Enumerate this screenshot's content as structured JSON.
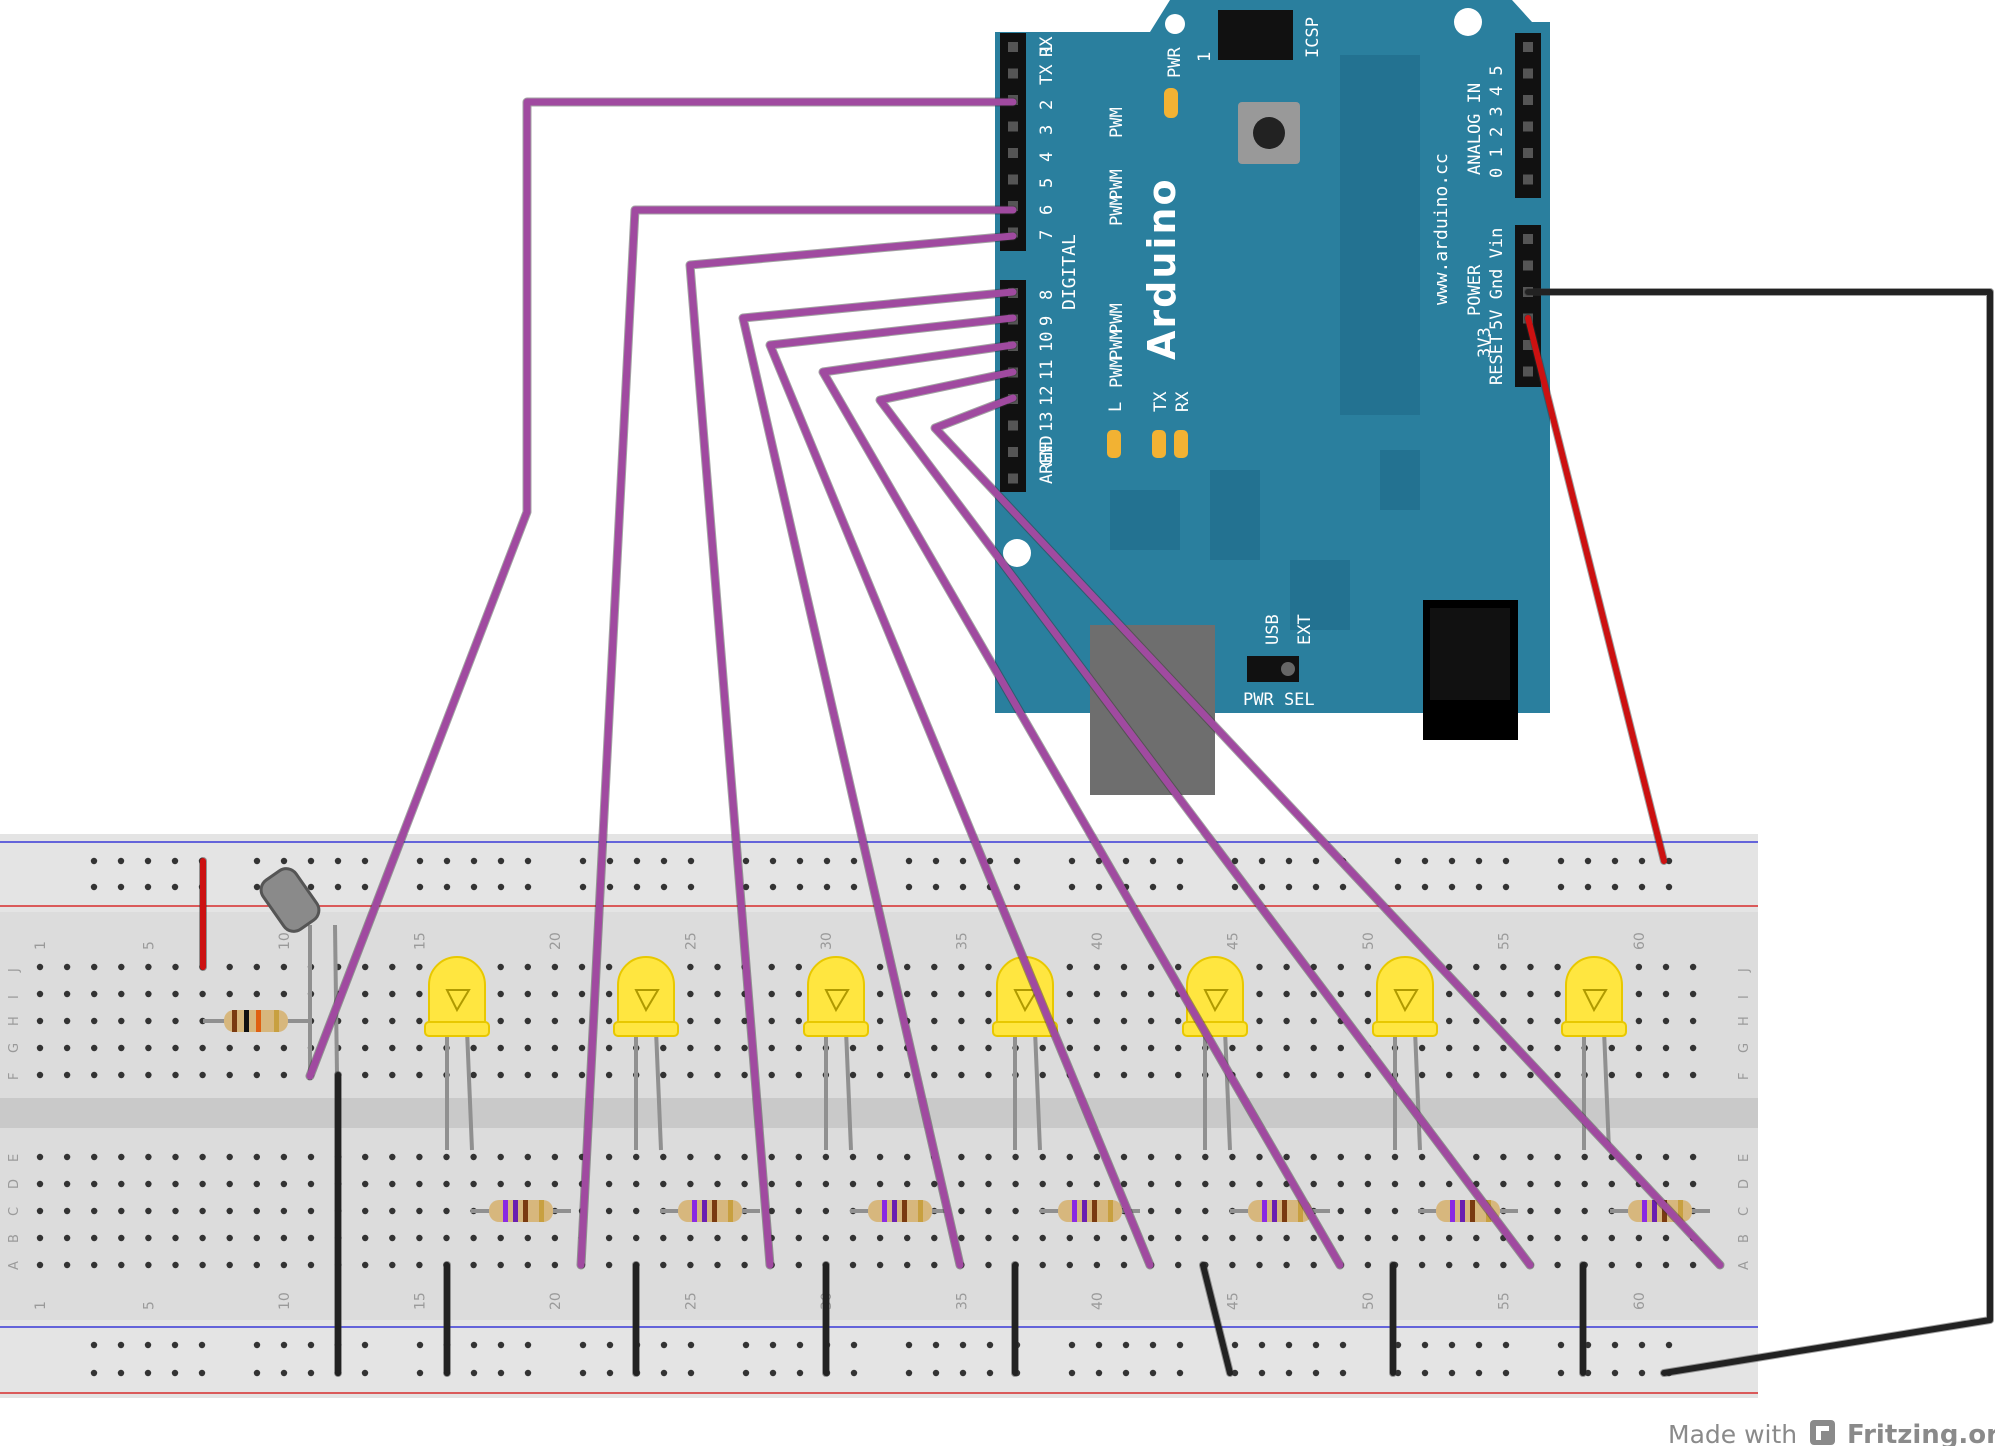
{
  "arduino": {
    "brand": "Arduino",
    "website": "www.arduino.cc",
    "icsp": "ICSP",
    "pwr": "PWR",
    "pin_l": "L",
    "tx": "TX",
    "rx": "RX",
    "digital": "DIGITAL",
    "pwm": "PWM",
    "gnd": "GND",
    "aref": "AREF",
    "analog_in": "ANALOG IN",
    "analog_nums": "0 1 2 3 4 5",
    "power": "POWER",
    "power_pins": "5V Gnd Vin",
    "v33": "3V3",
    "reset": "RESET",
    "usb": "USB",
    "ext": "EXT",
    "pwr_sel": "PWR SEL",
    "rx0": "RX 0",
    "tx1": "TX 1",
    "reset_one": "1",
    "header_labels": [
      "2",
      "3",
      "4",
      "5",
      "6",
      "7",
      "8",
      "9",
      "10",
      "11",
      "12",
      "13"
    ]
  },
  "breadboard": {
    "col_numbers": [
      "1",
      "5",
      "10",
      "15",
      "20",
      "25",
      "30",
      "35",
      "40",
      "45",
      "50",
      "55",
      "60"
    ],
    "row_letters_top": [
      "J",
      "I",
      "H",
      "G",
      "F"
    ],
    "row_letters_bottom": [
      "E",
      "D",
      "C",
      "B",
      "A"
    ]
  },
  "footer": {
    "made_with": "Made with",
    "brand": "Fritzing.org"
  },
  "colors": {
    "board": "#2a7f9e",
    "wire_signal": "#a04aa0",
    "wire_ground": "#222222",
    "wire_power": "#cc1111",
    "led": "#ffe640",
    "breadboard": "#dcdcdc",
    "rail_red": "#d62c2c",
    "rail_blue": "#3a3ad6"
  }
}
